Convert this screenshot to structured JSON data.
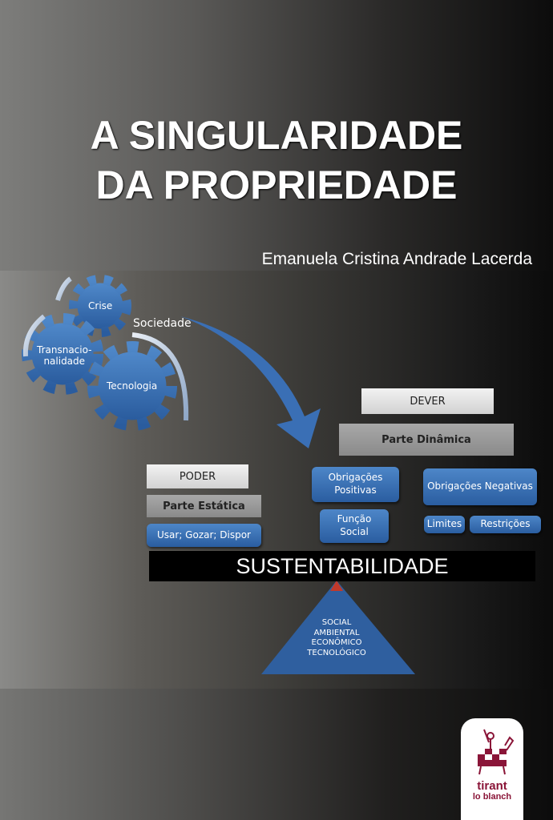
{
  "cover": {
    "title_line1": "A SINGULARIDADE",
    "title_line2": "DA PROPRIEDADE",
    "author": "Emanuela Cristina Andrade Lacerda"
  },
  "gears": {
    "crise": "Crise",
    "transnacionalidade_1": "Transnacio-",
    "transnacionalidade_2": "nalidade",
    "tecnologia": "Tecnologia",
    "sociedade": "Sociedade"
  },
  "diagram": {
    "dever": "DEVER",
    "parte_dinamica": "Parte Dinâmica",
    "poder": "PODER",
    "parte_estatica": "Parte Estática",
    "usar": "Usar; Gozar; Dispor",
    "obrig_pos_1": "Obrigações",
    "obrig_pos_2": "Positivas",
    "obrig_neg": "Obrigações Negativas",
    "funcao_1": "Função",
    "funcao_2": "Social",
    "limites": "Limites",
    "restricoes": "Restrições",
    "sustentabilidade": "SUSTENTABILIDADE",
    "tri_1": "SOCIAL",
    "tri_2": "AMBIENTAL",
    "tri_3": "ECONÔMICO",
    "tri_4": "TECNOLÓGICO"
  },
  "publisher": {
    "line1": "tirant",
    "line2": "lo blanch"
  },
  "colors": {
    "blue": "#3a6fb5",
    "publisher": "#8a1538"
  }
}
